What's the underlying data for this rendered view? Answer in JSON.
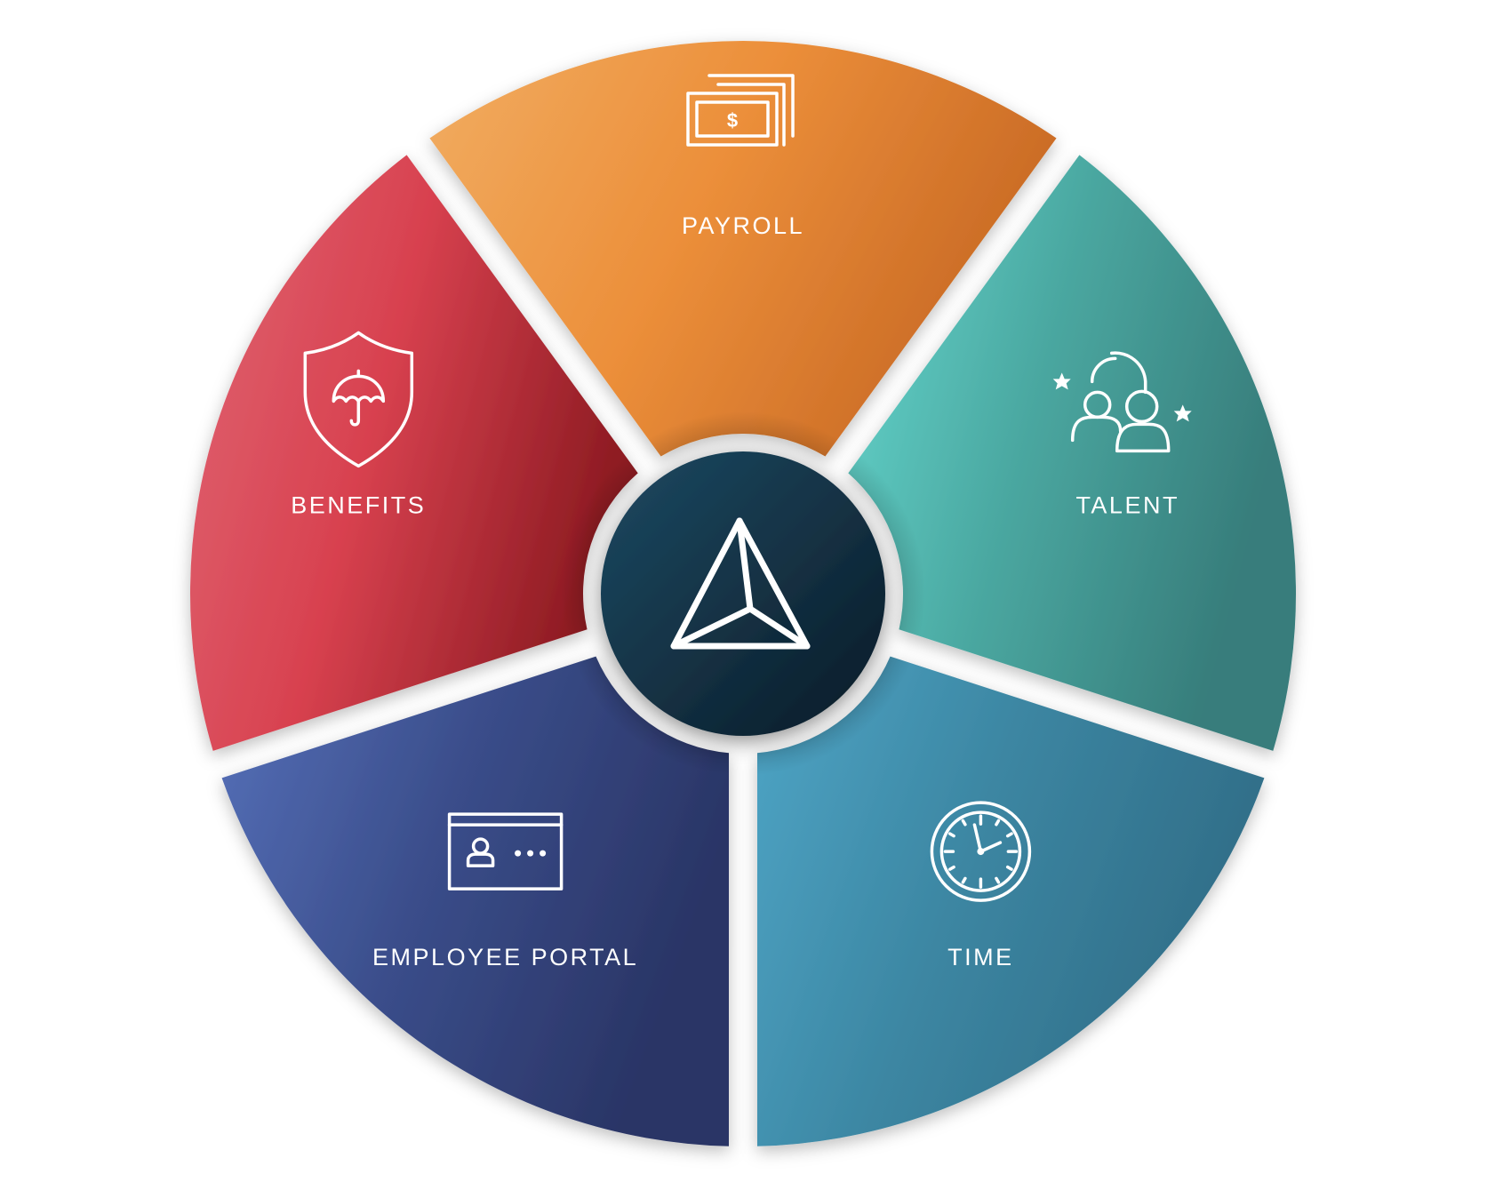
{
  "diagram": {
    "center_logo": "triangle-logo-icon",
    "segments": [
      {
        "id": "payroll",
        "label": "PAYROLL",
        "icon": "money-bills-icon",
        "color_light": "#f1ad62",
        "color_mid": "#ec8f3a",
        "color_dark": "#c96a25"
      },
      {
        "id": "talent",
        "label": "TALENT",
        "icon": "talent-magnet-icon",
        "color_light": "#66d8cf",
        "color_mid": "#4aa7a0",
        "color_dark": "#377d7b"
      },
      {
        "id": "time",
        "label": "TIME",
        "icon": "clock-icon",
        "color_light": "#4ea5c6",
        "color_mid": "#3c86a2",
        "color_dark": "#316e88"
      },
      {
        "id": "employee-portal",
        "label": "EMPLOYEE PORTAL",
        "icon": "profile-card-icon",
        "color_light": "#5670b9",
        "color_mid": "#3a4d8a",
        "color_dark": "#2a3566"
      },
      {
        "id": "benefits",
        "label": "BENEFITS",
        "icon": "umbrella-shield-icon",
        "color_light": "#e06674",
        "color_mid": "#d8414f",
        "color_dark": "#8f1c23"
      }
    ],
    "hub": {
      "color_light": "#1d4a63",
      "color_dark": "#0a1a26"
    }
  }
}
